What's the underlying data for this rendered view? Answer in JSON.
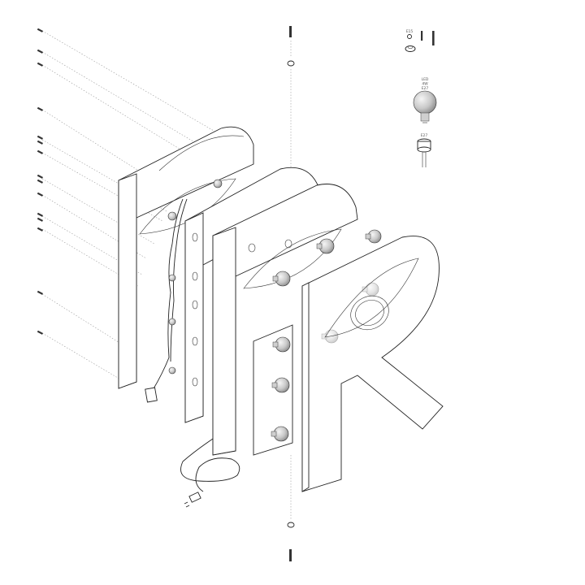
{
  "parts_legend": {
    "fastener_label": "E15",
    "bulb_label_line1": "LED",
    "bulb_label_line2": "4W",
    "bulb_label_line3": "E27",
    "socket_label": "E27"
  },
  "colors": {
    "line": "#222222",
    "leader": "#999999",
    "bulb_highlight": "#f2f2f2",
    "bulb_shadow": "#9a9a9a"
  },
  "icons": [
    "screw-icon",
    "nut-icon",
    "bulb-icon",
    "socket-icon",
    "plug-icon"
  ]
}
